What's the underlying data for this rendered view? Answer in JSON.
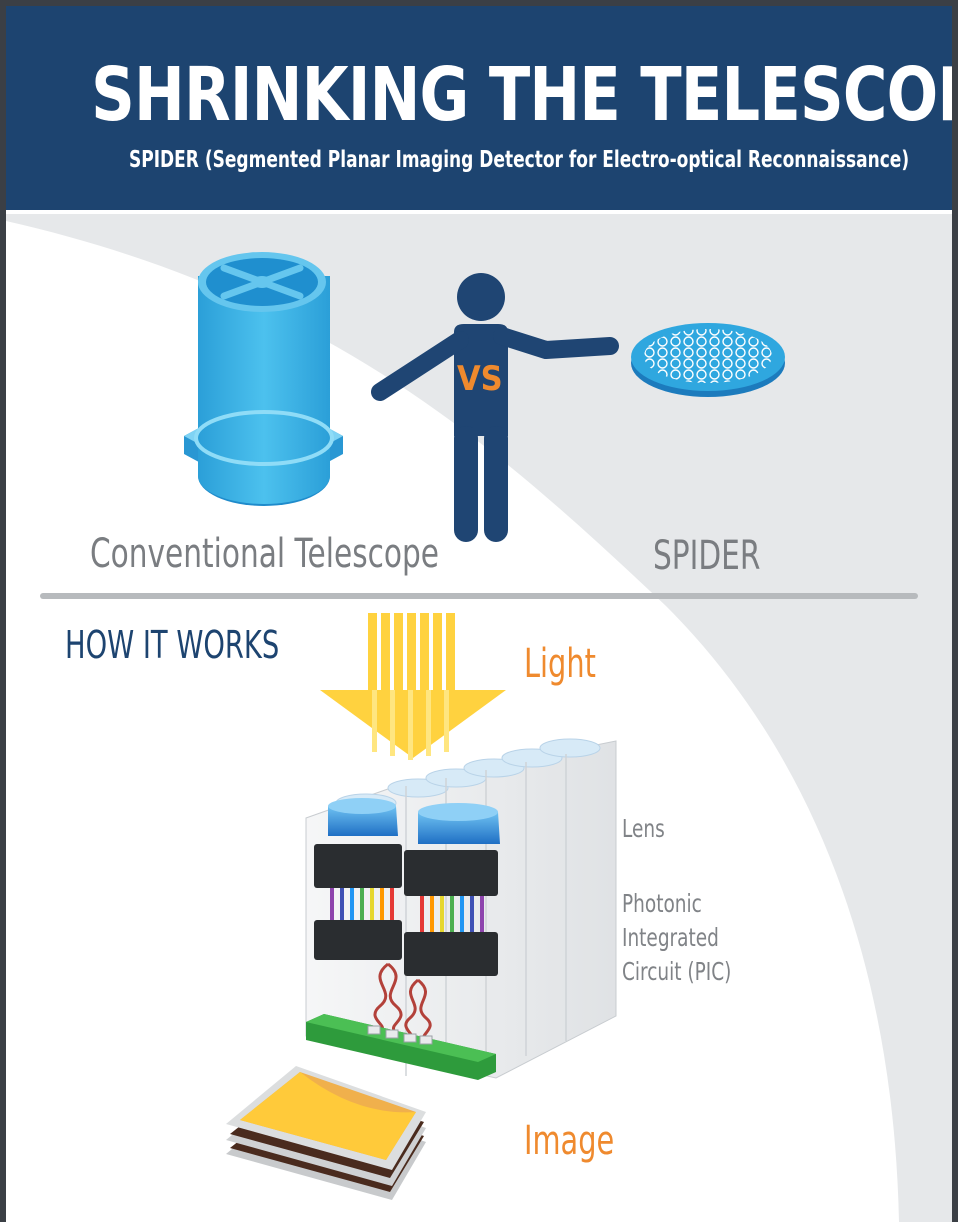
{
  "header": {
    "title": "SHRINKING THE TELESCOPE",
    "subtitle": "SPIDER (Segmented Planar Imaging Detector for Electro-optical Reconnaissance)"
  },
  "comparison": {
    "left_label": "Conventional Telescope",
    "vs_text": "VS",
    "right_label": "SPIDER"
  },
  "how_it_works": {
    "heading": "HOW IT WORKS",
    "light_label": "Light",
    "lens_label": "Lens",
    "pic_label": "Photonic Integrated Circuit (PIC)",
    "image_label": "Image"
  },
  "icons": [
    "telescope-icon",
    "person-icon",
    "spider-disc-icon",
    "light-arrow-icon",
    "pic-array-icon",
    "image-stack-icon"
  ],
  "colors": {
    "header_bg": "#1d4470",
    "accent_orange": "#ef8a2e",
    "telescope_blue": "#2fa7df",
    "light_yellow": "#ffd23f",
    "label_gray": "#7a7d81",
    "board_green": "#2e9b3c"
  }
}
